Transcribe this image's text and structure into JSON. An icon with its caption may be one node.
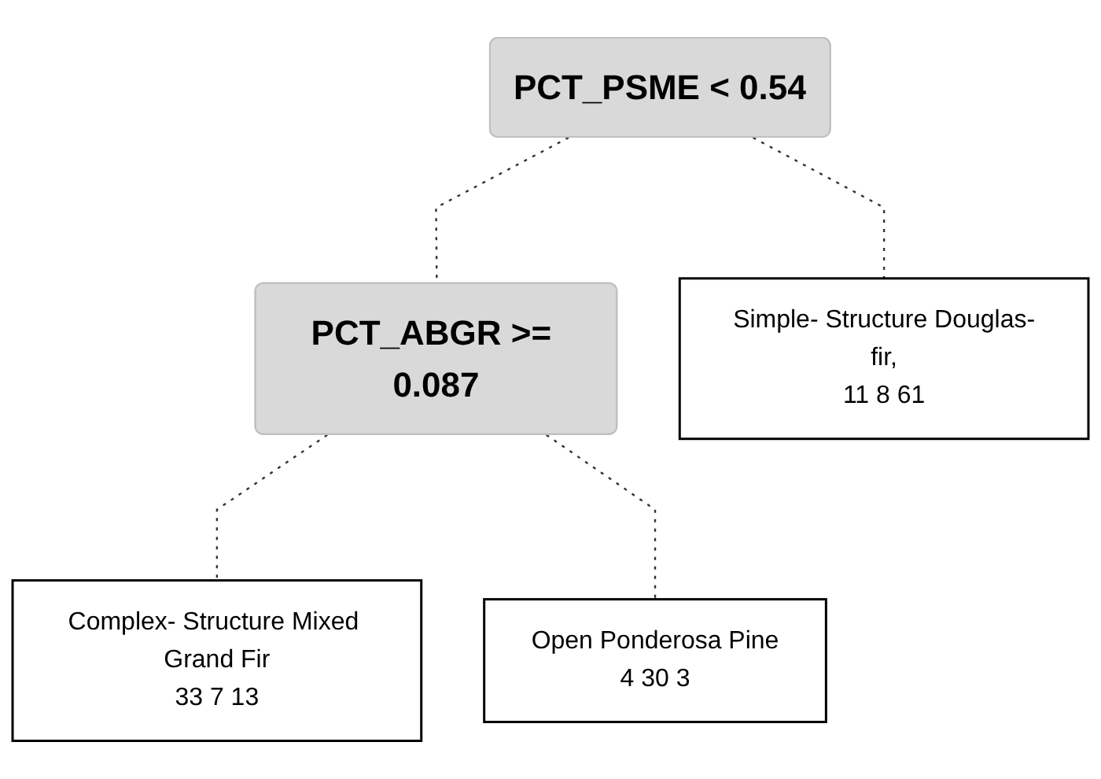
{
  "diagram": {
    "nodes": [
      {
        "text": [
          "PCT_PSME < 0.54"
        ]
      },
      {
        "text": [
          "PCT_ABGR >= 0.087"
        ]
      },
      {
        "text": [
          "Complex- Structure Mixed Grand Fir",
          "33 7 13"
        ]
      },
      {
        "text": [
          "Open Ponderosa Pine",
          "4 30 3"
        ]
      },
      {
        "text": [
          "Simple- Structure Douglas-fir,",
          "11 8 61"
        ]
      }
    ],
    "edges": [
      {
        "from": 0,
        "to": 1,
        "arrow": "none",
        "style": "dashed"
      },
      {
        "from": 1,
        "to": 2,
        "arrow": "none",
        "style": "dashed"
      },
      {
        "from": 1,
        "to": 3,
        "arrow": "none",
        "style": "dashed"
      },
      {
        "from": 0,
        "to": 4,
        "arrow": "none",
        "style": "dashed"
      }
    ]
  }
}
